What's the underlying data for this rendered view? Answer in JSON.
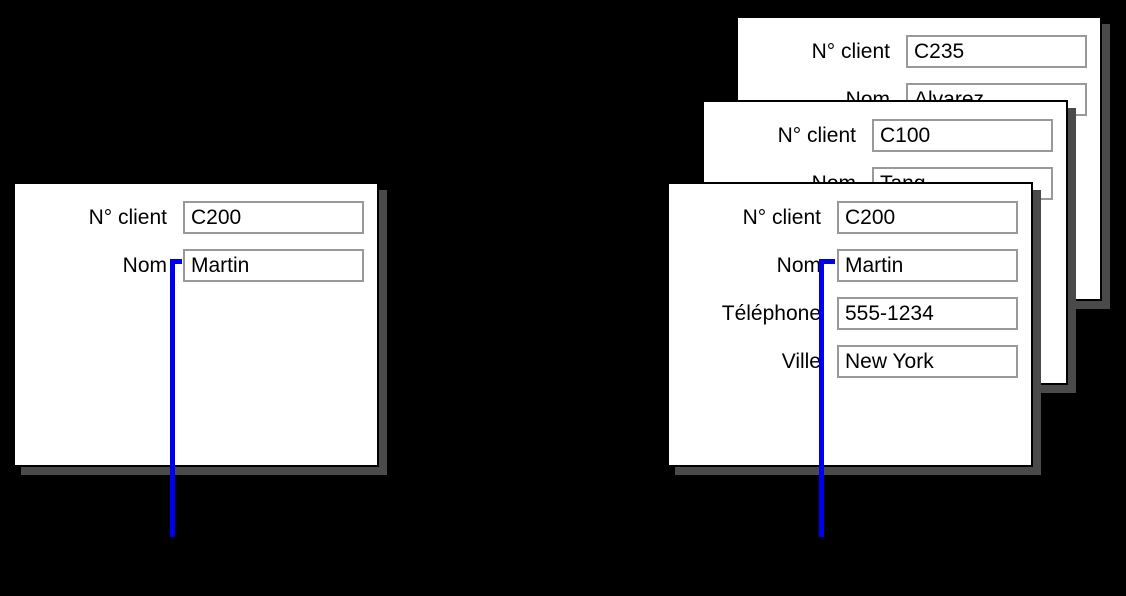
{
  "colors": {
    "background": "#000000",
    "card_background": "#ffffff",
    "card_border": "#000000",
    "card_shadow": "#4a4a4a",
    "input_border": "#999999",
    "pointer_line": "#0000ee",
    "text": "#000000"
  },
  "left_form": {
    "fields": [
      {
        "label": "N° client",
        "value": "C200"
      },
      {
        "label": "Nom",
        "value": "Martin"
      }
    ]
  },
  "stacked_forms": {
    "back": {
      "fields": [
        {
          "label": "N° client",
          "value": "C235"
        },
        {
          "label": "Nom",
          "value": "Alvarez"
        }
      ]
    },
    "middle": {
      "fields": [
        {
          "label": "N° client",
          "value": "C100"
        },
        {
          "label": "Nom",
          "value": "Tang"
        }
      ]
    },
    "front": {
      "fields": [
        {
          "label": "N° client",
          "value": "C200"
        },
        {
          "label": "Nom",
          "value": "Martin"
        },
        {
          "label": "Téléphone",
          "value": "555-1234"
        },
        {
          "label": "Ville",
          "value": "New York"
        }
      ]
    }
  }
}
